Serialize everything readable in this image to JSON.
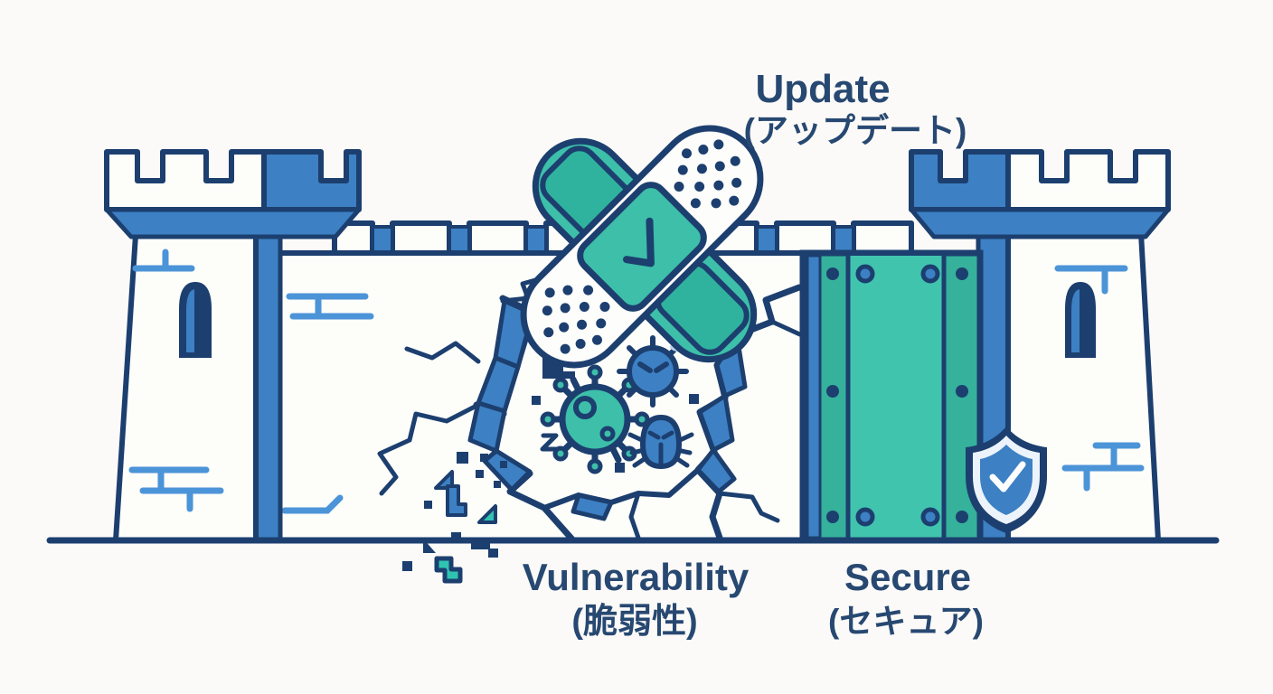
{
  "scene": {
    "description": "Castle wall security illustration: a cracked wall (vulnerability), crossed bandage patch (update), and reinforced metal door with shield (secure)",
    "labels": {
      "update_en": "Update",
      "update_ja": "(アップデート)",
      "vulnerability_en": "Vulnerability",
      "vulnerability_ja": "(脆弱性)",
      "secure_en": "Secure",
      "secure_ja": "(セキュア)"
    },
    "colors": {
      "outline_navy": "#1c3f6f",
      "text_navy": "#274871",
      "blue": "#3d80c4",
      "brick_light_blue": "#4c94d8",
      "shadow_light_blue": "#bcd6ec",
      "bandage_teal": "#3dbfa9",
      "bandage_pad_teal": "#2fb39e",
      "door_side_teal": "#35b19c",
      "door_center_teal": "#41c4ae",
      "wall_white": "#fdfdfa",
      "background": "#fbfaf8"
    },
    "icons": [
      "castle-tower-left",
      "castle-tower-right",
      "castle-wall",
      "bandage-patch-icon",
      "checkmark-icon",
      "virus-icon-teal",
      "virus-icon-blue",
      "bug-icon",
      "metal-door",
      "shield-check-icon",
      "pixel-debris",
      "crack",
      "ground-line"
    ]
  }
}
